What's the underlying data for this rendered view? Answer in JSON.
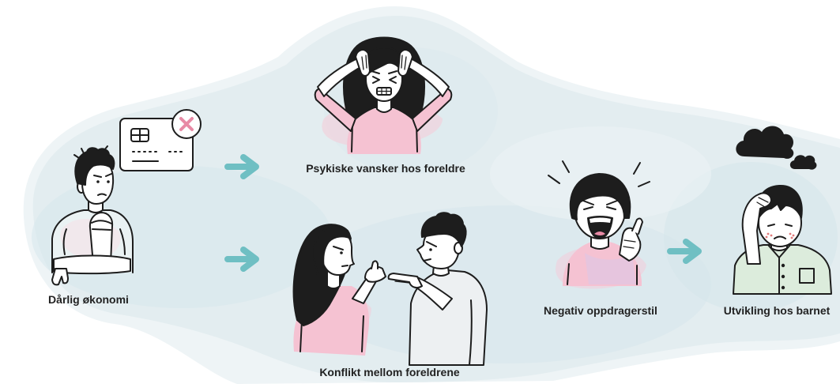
{
  "diagram": {
    "nodes": [
      {
        "label": "Dårlig økonomi",
        "illustration": "worried-man-illustration",
        "icon": "declined-card-icon"
      },
      {
        "label": "Psykiske vansker hos foreldre",
        "illustration": "stressed-woman-illustration"
      },
      {
        "label": "Konflikt mellom foreldrene",
        "illustration": "arguing-couple-illustration"
      },
      {
        "label": "Negativ oppdragerstil",
        "illustration": "shouting-parent-illustration"
      },
      {
        "label": "Utvikling hos barnet",
        "illustration": "sad-child-illustration",
        "icon": "storm-cloud-icon"
      }
    ],
    "arrows": [
      {
        "from": 0,
        "to": 1
      },
      {
        "from": 0,
        "to": 2
      },
      {
        "from": 3,
        "to": 4
      }
    ]
  },
  "colors": {
    "background": "#ffffff",
    "wash": "#e3edf0",
    "arrow": "#6fbfc3",
    "label": "#222222",
    "accent_pink": "#f5c2d2"
  }
}
